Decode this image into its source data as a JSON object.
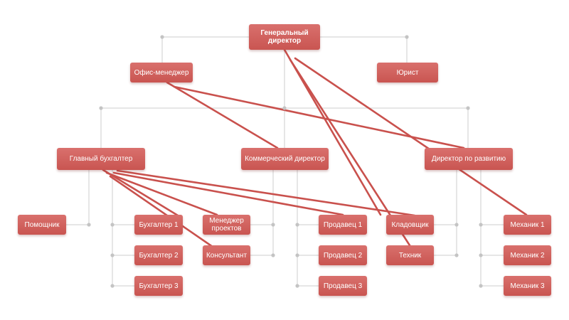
{
  "colors": {
    "node": "#cf5e5a",
    "red_link": "#c9514d",
    "grey_line": "#d6d6d6",
    "dot": "#c4c4c4",
    "text": "#ffffff"
  },
  "nodes": {
    "ceo": "Генеральный директор",
    "office_manager": "Офис-менеджер",
    "lawyer": "Юрист",
    "chief_accountant": "Главный бухгалтер",
    "commercial_director": "Коммерческий директор",
    "development_director": "Директор по развитию",
    "assistant": "Помощник",
    "accountant_1": "Бухгалтер 1",
    "accountant_2": "Бухгалтер 2",
    "accountant_3": "Бухгалтер 3",
    "project_manager": "Менеджер проектов",
    "consultant": "Консультант",
    "seller_1": "Продавец 1",
    "seller_2": "Продавец 2",
    "seller_3": "Продавец 3",
    "storekeeper": "Кладовщик",
    "technician": "Техник",
    "mechanic_1": "Механик 1",
    "mechanic_2": "Механик 2",
    "mechanic_3": "Механик 3"
  }
}
